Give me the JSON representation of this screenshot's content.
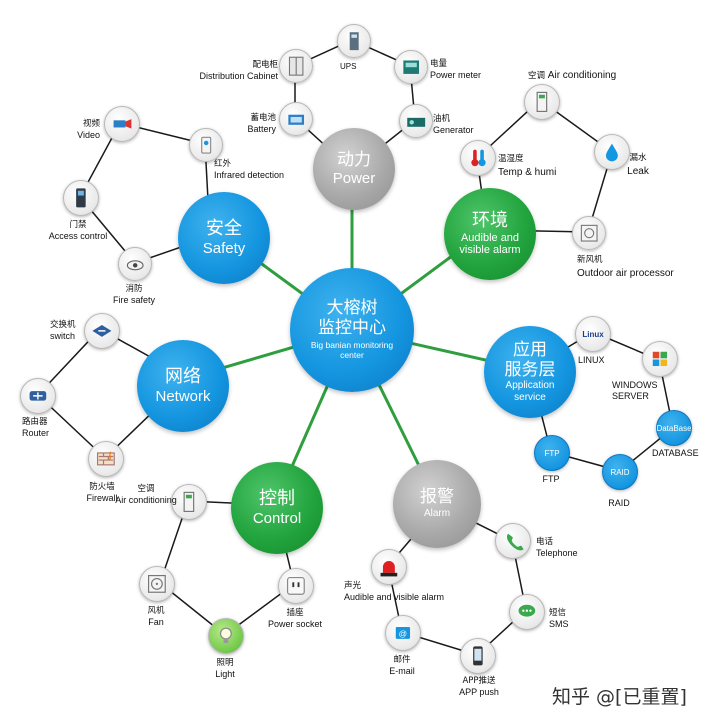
{
  "center": {
    "zh": "大榕树\n监控中心",
    "en": "Big banian monitoring\ncenter"
  },
  "hubs": {
    "power": {
      "zh": "动力",
      "en": "Power"
    },
    "safety": {
      "zh": "安全",
      "en": "Safety"
    },
    "env": {
      "zh": "环境",
      "en": "Audible and\nvisible alarm"
    },
    "network": {
      "zh": "网络",
      "en": "Network"
    },
    "app": {
      "zh": "应用\n服务层",
      "en": "Application\nservice"
    },
    "control": {
      "zh": "控制",
      "en": "Control"
    },
    "alarm": {
      "zh": "报警",
      "en": "Alarm"
    }
  },
  "items": {
    "ups": {
      "en": "UPS"
    },
    "cabinet": {
      "zh": "配电柜",
      "en": "Distribution Cabinet"
    },
    "meter": {
      "zh": "电量",
      "en": "Power meter"
    },
    "battery": {
      "zh": "蓄电池",
      "en": "Battery"
    },
    "generator": {
      "zh": "油机",
      "en": "Generator"
    },
    "video": {
      "zh": "视频",
      "en": "Video"
    },
    "infrared": {
      "zh": "红外",
      "en": "Infrared detection"
    },
    "access": {
      "zh": "门禁",
      "en": "Access control"
    },
    "fire": {
      "zh": "消防",
      "en": "Fire safety"
    },
    "aircon_env": {
      "zh": "空调",
      "en": "Air conditioning"
    },
    "temp": {
      "zh": "温湿度",
      "en": "Temp & humi"
    },
    "leak": {
      "zh": "漏水",
      "en": "Leak"
    },
    "fresh": {
      "zh": "新风机",
      "en": "Outdoor air processor"
    },
    "switch": {
      "zh": "交换机",
      "en": "switch"
    },
    "router": {
      "zh": "路由器",
      "en": "Router"
    },
    "firewall": {
      "zh": "防火墙",
      "en": "Firewall"
    },
    "linux": {
      "en": "LINUX",
      "icon": "Linux"
    },
    "windows": {
      "en": "WINDOWS\nSERVER"
    },
    "database": {
      "en": "DATABASE",
      "icon": "DataBase"
    },
    "raid": {
      "en": "RAID",
      "icon": "RAID"
    },
    "ftp": {
      "en": "FTP",
      "icon": "FTP"
    },
    "aircon_ctrl": {
      "zh": "空调",
      "en": "Air conditioning"
    },
    "fan": {
      "zh": "风机",
      "en": "Fan"
    },
    "light": {
      "zh": "照明",
      "en": "Light"
    },
    "socket": {
      "zh": "插座",
      "en": "Power socket"
    },
    "phone": {
      "zh": "电话",
      "en": "Telephone"
    },
    "sms": {
      "zh": "短信",
      "en": "SMS"
    },
    "app_push": {
      "zh": "APP推送",
      "en": "APP push"
    },
    "email": {
      "zh": "邮件",
      "en": "E-mail"
    },
    "siren": {
      "zh": "声光",
      "en": "Audible and visible alarm"
    }
  },
  "watermark": "知乎 @[已重置]",
  "colors": {
    "blue": "#1596e0",
    "green": "#22a43e",
    "gray": "#a9a9a9",
    "spoke": "#2e9e3e",
    "ring": "#1a1a1a"
  }
}
